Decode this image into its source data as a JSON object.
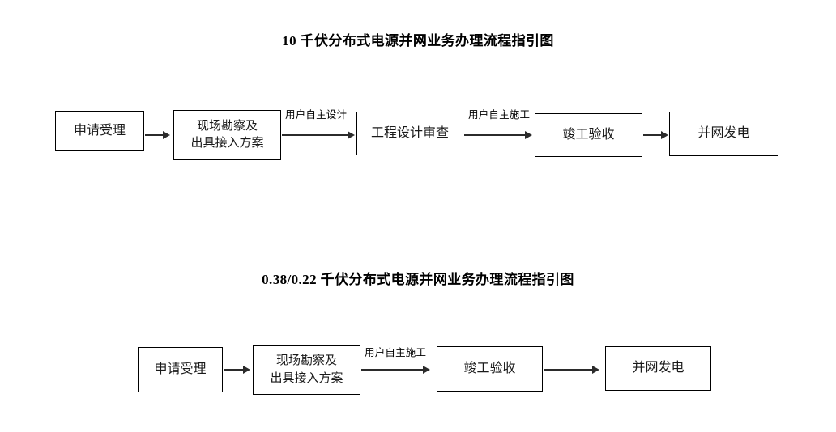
{
  "document": {
    "sections": [
      {
        "id": "section-10kv",
        "title": "10 千伏分布式电源并网业务办理流程指引图",
        "nodes": [
          {
            "id": "node-apply",
            "lines": [
              "申请受理"
            ]
          },
          {
            "id": "node-survey",
            "lines": [
              "现场勘察及",
              "出具接入方案"
            ]
          },
          {
            "id": "node-design",
            "lines": [
              "工程设计审查"
            ]
          },
          {
            "id": "node-complete",
            "lines": [
              "竣工验收"
            ]
          },
          {
            "id": "node-grid",
            "lines": [
              "并网发电"
            ]
          }
        ],
        "edges": [
          {
            "id": "edge-1",
            "label": ""
          },
          {
            "id": "edge-2",
            "label": "用户自主设计"
          },
          {
            "id": "edge-3",
            "label": "用户自主施工"
          },
          {
            "id": "edge-4",
            "label": ""
          }
        ]
      },
      {
        "id": "section-038kv",
        "title": "0.38/0.22 千伏分布式电源并网业务办理流程指引图",
        "nodes": [
          {
            "id": "node-apply-2",
            "lines": [
              "申请受理"
            ]
          },
          {
            "id": "node-survey-2",
            "lines": [
              "现场勘察及",
              "出具接入方案"
            ]
          },
          {
            "id": "node-complete-2",
            "lines": [
              "竣工验收"
            ]
          },
          {
            "id": "node-grid-2",
            "lines": [
              "并网发电"
            ]
          }
        ],
        "edges": [
          {
            "id": "edge-5",
            "label": ""
          },
          {
            "id": "edge-6",
            "label": "用户自主施工"
          },
          {
            "id": "edge-7",
            "label": ""
          }
        ]
      }
    ]
  },
  "chart_data": {
    "type": "diagram",
    "subtype": "flowchart",
    "title": "分布式电源并网业务办理流程指引图",
    "colors": {
      "stroke": "#000000",
      "text": "#1a1a1a",
      "background": "#ffffff"
    },
    "flows": [
      {
        "title": "10 千伏分布式电源并网业务办理流程指引图",
        "steps": [
          "申请受理",
          "现场勘察及出具接入方案",
          "工程设计审查",
          "竣工验收",
          "并网发电"
        ],
        "transitions": [
          "",
          "用户自主设计",
          "用户自主施工",
          ""
        ]
      },
      {
        "title": "0.38/0.22 千伏分布式电源并网业务办理流程指引图",
        "steps": [
          "申请受理",
          "现场勘察及出具接入方案",
          "竣工验收",
          "并网发电"
        ],
        "transitions": [
          "",
          "用户自主施工",
          ""
        ]
      }
    ]
  }
}
